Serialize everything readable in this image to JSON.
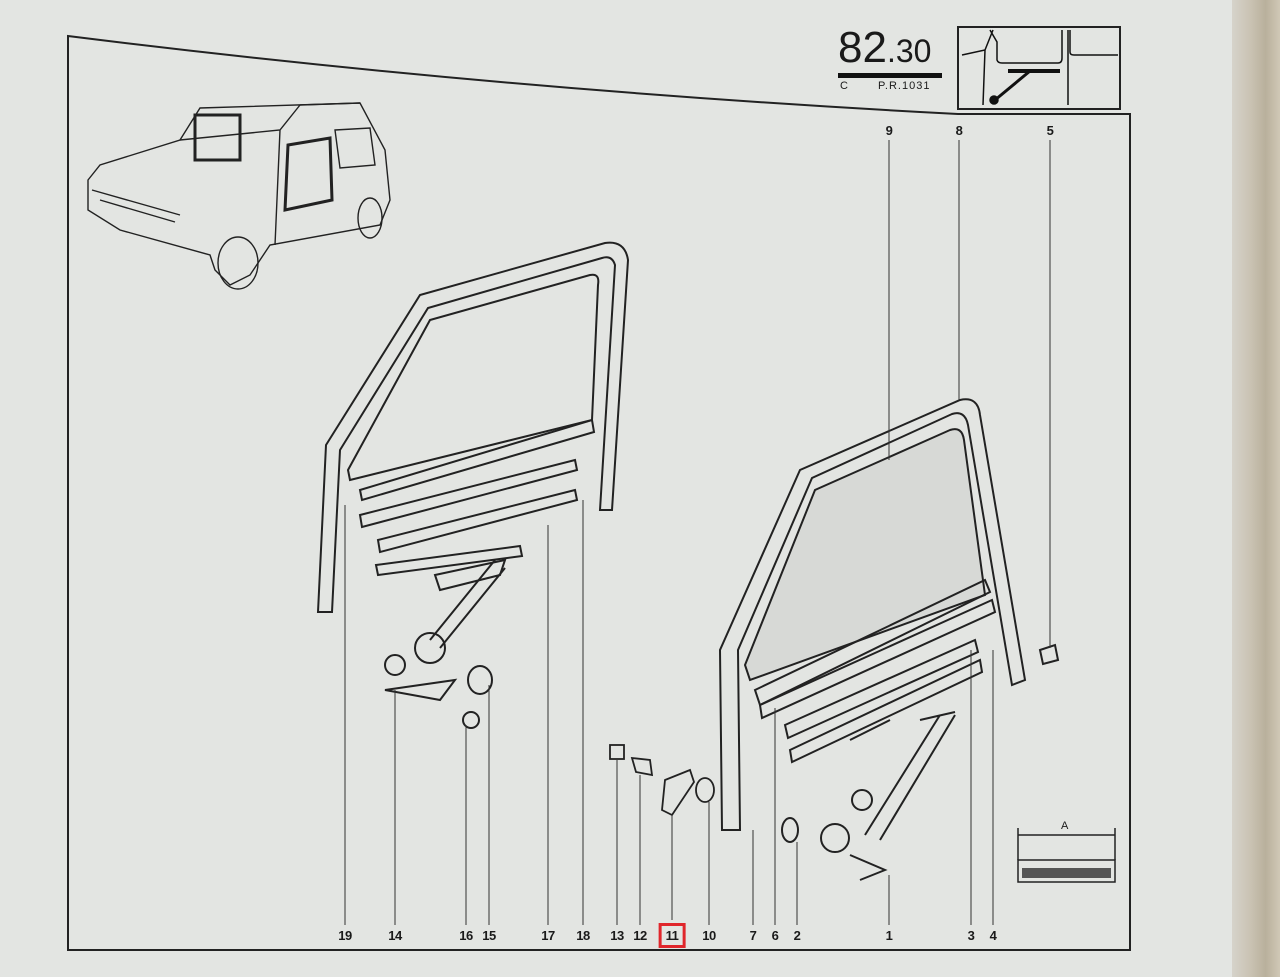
{
  "header": {
    "section_main": "82",
    "section_sub": ".30",
    "variant": "C",
    "pr_number": "P.R.1031"
  },
  "dimension_label": "A",
  "callouts_top": [
    {
      "id": "9",
      "label": "9"
    },
    {
      "id": "8",
      "label": "8"
    },
    {
      "id": "5",
      "label": "5"
    }
  ],
  "callouts_bottom": [
    {
      "label": "19"
    },
    {
      "label": "14"
    },
    {
      "label": "16"
    },
    {
      "label": "15"
    },
    {
      "label": "17"
    },
    {
      "label": "18"
    },
    {
      "label": "13"
    },
    {
      "label": "12"
    },
    {
      "label": "11",
      "highlighted": true
    },
    {
      "label": "10"
    },
    {
      "label": "7"
    },
    {
      "label": "6"
    },
    {
      "label": "2"
    },
    {
      "label": "1"
    },
    {
      "label": "3"
    },
    {
      "label": "4"
    }
  ],
  "colors": {
    "highlight": "#e0262b",
    "paper": "#e3e5e2",
    "ink": "#1a1a1a"
  }
}
